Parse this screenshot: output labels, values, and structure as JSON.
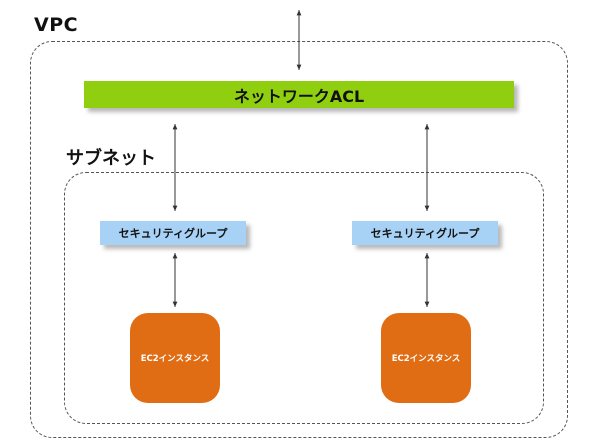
{
  "vpc": {
    "label": "VPC"
  },
  "network_acl": {
    "label": "ネットワークACL",
    "color": "#8fcf0f"
  },
  "subnet": {
    "label": "サブネット"
  },
  "security_groups": [
    {
      "label": "セキュリティグループ",
      "color": "#a8d2f5"
    },
    {
      "label": "セキュリティグループ",
      "color": "#a8d2f5"
    }
  ],
  "instances": [
    {
      "label": "EC2インスタンス",
      "color": "#e06c14"
    },
    {
      "label": "EC2インスタンス",
      "color": "#e06c14"
    }
  ],
  "connections": [
    {
      "from": "internet",
      "to": "network_acl",
      "direction": "bidirectional"
    },
    {
      "from": "network_acl",
      "to": "security_groups.0",
      "direction": "bidirectional"
    },
    {
      "from": "network_acl",
      "to": "security_groups.1",
      "direction": "bidirectional"
    },
    {
      "from": "security_groups.0",
      "to": "instances.0",
      "direction": "bidirectional"
    },
    {
      "from": "security_groups.1",
      "to": "instances.1",
      "direction": "bidirectional"
    }
  ]
}
